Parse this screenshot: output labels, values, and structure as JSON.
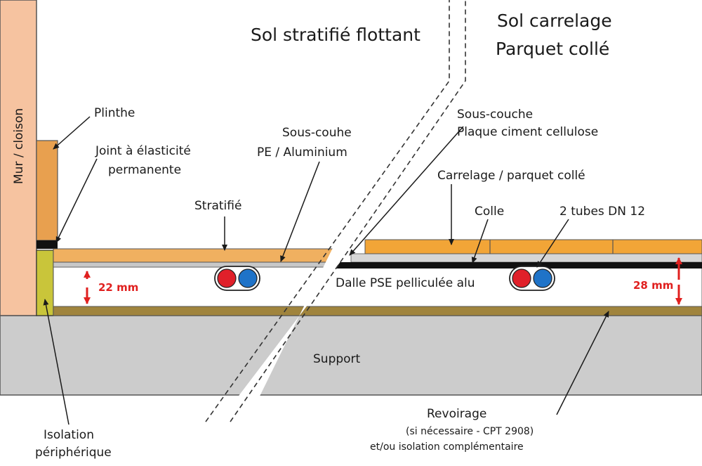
{
  "titles": {
    "floating": "Sol stratifié flottant",
    "tile_line1": "Sol carrelage",
    "tile_line2": "Parquet collé"
  },
  "labels": {
    "wall": "Mur / cloison",
    "plinthe": "Plinthe",
    "joint_line1": "Joint à élasticité",
    "joint_line2": "permanente",
    "souscouche_pe_line1": "Sous-couhe",
    "souscouche_pe_line2": "PE / Aluminium",
    "stratifie": "Stratifié",
    "souscouche_ciment_line1": "Sous-couche",
    "souscouche_ciment_line2": "Plaque ciment cellulose",
    "carrelage": "Carrelage / parquet collé",
    "colle": "Colle",
    "tubes": "2 tubes DN 12",
    "dalle": "Dalle PSE pelliculée alu",
    "support": "Support",
    "isolation_line1": "Isolation",
    "isolation_line2": "périphérique",
    "revoirage_line1": "Revoirage",
    "revoirage_line2": "(si nécessaire - CPT 2908)",
    "revoirage_line3": "et/ou isolation complémentaire"
  },
  "dimensions": {
    "left": "22 mm",
    "right": "28 mm"
  },
  "colors": {
    "wall": "#f6c3a0",
    "plinth": "#e8a04f",
    "laminate": "#f0b060",
    "tile": "#f2a537",
    "foil": "#c8c8c8",
    "screed_strip": "#a0843d",
    "support": "#cccccc",
    "edge_insulation": "#c9c53a",
    "pipe_hot": "#e0202a",
    "pipe_cold": "#1f73c8",
    "dimension": "#e0201f"
  }
}
